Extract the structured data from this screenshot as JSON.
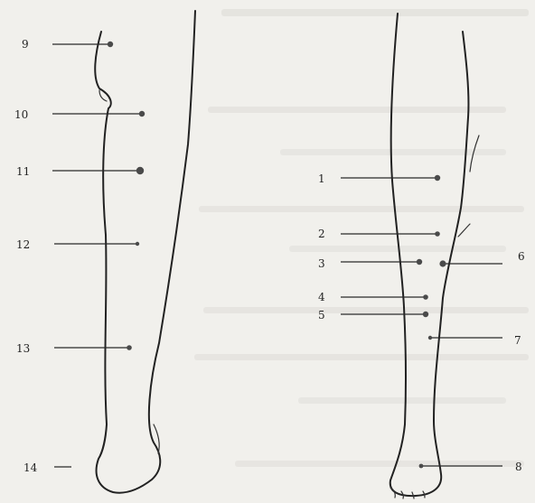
{
  "figure": {
    "left_leg_points": [
      {
        "id": "point-9",
        "label": "9"
      },
      {
        "id": "point-10",
        "label": "10"
      },
      {
        "id": "point-11",
        "label": "11"
      },
      {
        "id": "point-12",
        "label": "12"
      },
      {
        "id": "point-13",
        "label": "13"
      },
      {
        "id": "point-14",
        "label": "14"
      }
    ],
    "right_leg_points": [
      {
        "id": "point-1",
        "label": "1"
      },
      {
        "id": "point-2",
        "label": "2"
      },
      {
        "id": "point-3",
        "label": "3"
      },
      {
        "id": "point-4",
        "label": "4"
      },
      {
        "id": "point-5",
        "label": "5"
      },
      {
        "id": "point-6",
        "label": "6"
      },
      {
        "id": "point-7",
        "label": "7"
      },
      {
        "id": "point-8",
        "label": "8"
      }
    ]
  },
  "colors": {
    "paper": "#f1f0ec",
    "ink": "#222222",
    "bleed_through": "#d9d8d4"
  }
}
